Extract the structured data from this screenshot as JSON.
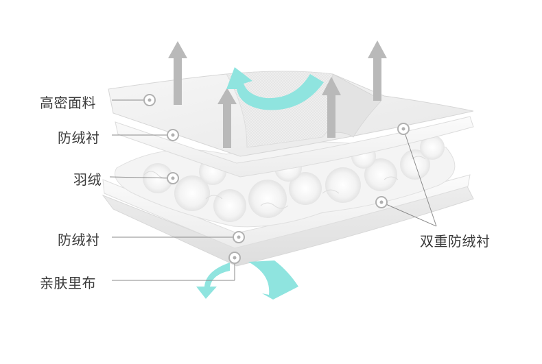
{
  "labels": {
    "left": [
      "高密面料",
      "防绒衬",
      "羽绒",
      "防绒衬",
      "亲肤里布"
    ],
    "right": "双重防绒衬"
  },
  "colors": {
    "arrow_gray": "#b9b9b9",
    "arrow_teal": "#8fe4df",
    "layer_fill": "#f1f1f1",
    "layer_edge": "#dcdcdc",
    "leader_line": "#8a8a8a",
    "label_text": "#3a3a3a"
  },
  "icons": {
    "up_arrow": "gray-up-arrow-icon",
    "airflow": "teal-airflow-arrow-icon",
    "marker": "ring-marker-icon"
  }
}
